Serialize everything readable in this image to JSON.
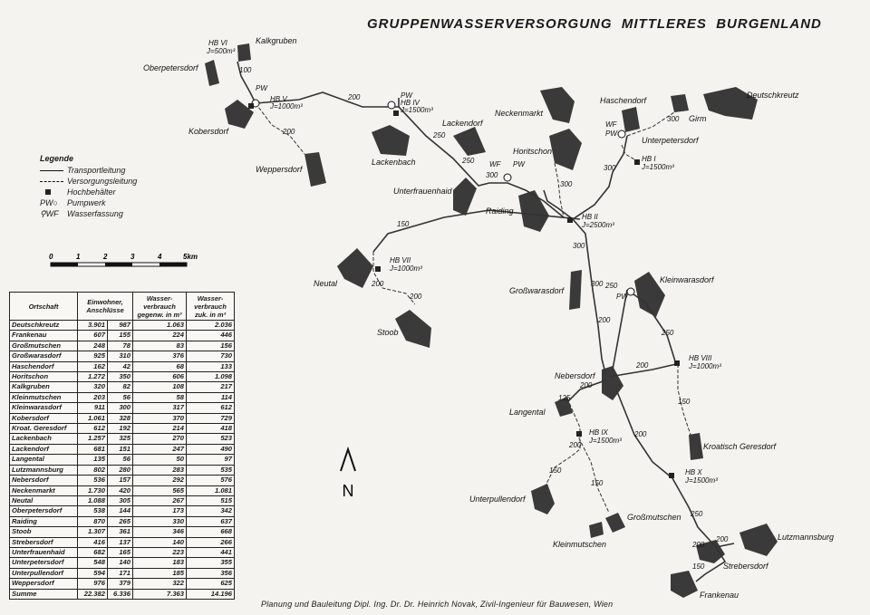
{
  "title": "GRUPPENWASSERVERSORGUNG  MITTLERES  BURGENLAND",
  "footer": "Planung und Bauleitung  Dipl. Ing. Dr. Dr. Heinrich Novak, Zivil-Ingenieur für Bauwesen, Wien",
  "legend": {
    "title": "Legende",
    "items": [
      "Transportleitung",
      "Versorgungsleitung",
      "Hochbehälter",
      "Pumpwerk",
      "Wasserfassung"
    ],
    "pw": "PW",
    "wf": "WF"
  },
  "scale": {
    "ticks": [
      "0",
      "1",
      "2",
      "3",
      "4",
      "5km"
    ]
  },
  "north": "N",
  "towns": {
    "kalkgruben": "Kalkgruben",
    "oberpetersdorf": "Oberpetersdorf",
    "kobersdorf": "Kobersdorf",
    "weppersdorf": "Weppersdorf",
    "lackenbach": "Lackenbach",
    "lackendorf": "Lackendorf",
    "neckenmarkt": "Neckenmarkt",
    "horitschon": "Horitschon",
    "haschendorf": "Haschendorf",
    "girm": "Girm",
    "deutschkreutz": "Deutschkreutz",
    "unterpetersdorf": "Unterpetersdorf",
    "unterfrauenhaid": "Unterfrauenhaid",
    "raiding": "Raiding",
    "neutal": "Neutal",
    "stoob": "Stoob",
    "grosswarasdorf": "Großwarasdorf",
    "kleinwarasdorf": "Kleinwarasdorf",
    "nebersdorf": "Nebersdorf",
    "langental": "Langental",
    "kroatisch_geresdorf": "Kroatisch Geresdorf",
    "unterpullendorf": "Unterpullendorf",
    "grossmutschen": "Großmutschen",
    "kleinmutschen": "Kleinmutschen",
    "lutzmannsburg": "Lutzmannsburg",
    "strebersdorf": "Strebersdorf",
    "frankenau": "Frankenau"
  },
  "tanks": {
    "hb6": "HB VI",
    "hb6v": "J=500m³",
    "hb5": "HB V",
    "hb5v": "J=1000m³",
    "hb4": "HB IV",
    "hb4v": "J=1500m³",
    "hb1": "HB I",
    "hb1v": "J=1500m³",
    "hb2": "HB II",
    "hb2v": "J=2500m³",
    "hb7": "HB VII",
    "hb7v": "J=1000m³",
    "hb8": "HB VIII",
    "hb8v": "J=1000m³",
    "hb9": "HB IX",
    "hb9v": "J=1500m³",
    "hb10": "HB X",
    "hb10v": "J=1500m³"
  },
  "pipes": {
    "p100": "100",
    "p200": "200",
    "p250": "250",
    "p300": "300",
    "p150": "150",
    "p125": "125"
  },
  "table": {
    "headers": [
      "Ortschaft",
      "Einwohner, Anschlüsse",
      "Wasser-verbrauch gegenw. in m³",
      "Wasser-verbrauch zuk. in m³"
    ],
    "rows": [
      [
        "Deutschkreutz",
        "3.901",
        "987",
        "1.063",
        "2.036"
      ],
      [
        "Frankenau",
        "607",
        "155",
        "224",
        "446"
      ],
      [
        "Großmutschen",
        "248",
        "78",
        "83",
        "156"
      ],
      [
        "Großwarasdorf",
        "925",
        "310",
        "376",
        "730"
      ],
      [
        "Haschendorf",
        "162",
        "42",
        "68",
        "133"
      ],
      [
        "Horitschon",
        "1.272",
        "350",
        "606",
        "1.098"
      ],
      [
        "Kalkgruben",
        "320",
        "82",
        "108",
        "217"
      ],
      [
        "Kleinmutschen",
        "203",
        "56",
        "58",
        "114"
      ],
      [
        "Kleinwarasdorf",
        "911",
        "300",
        "317",
        "612"
      ],
      [
        "Kobersdorf",
        "1.061",
        "328",
        "370",
        "729"
      ],
      [
        "Kroat. Geresdorf",
        "612",
        "192",
        "214",
        "418"
      ],
      [
        "Lackenbach",
        "1.257",
        "325",
        "270",
        "523"
      ],
      [
        "Lackendorf",
        "681",
        "151",
        "247",
        "490"
      ],
      [
        "Langental",
        "135",
        "56",
        "50",
        "97"
      ],
      [
        "Lutzmannsburg",
        "802",
        "280",
        "283",
        "535"
      ],
      [
        "Nebersdorf",
        "536",
        "157",
        "292",
        "576"
      ],
      [
        "Neckenmarkt",
        "1.730",
        "420",
        "565",
        "1.081"
      ],
      [
        "Neutal",
        "1.088",
        "305",
        "267",
        "515"
      ],
      [
        "Oberpetersdorf",
        "538",
        "144",
        "173",
        "342"
      ],
      [
        "Raiding",
        "870",
        "265",
        "330",
        "637"
      ],
      [
        "Stoob",
        "1.307",
        "361",
        "346",
        "668"
      ],
      [
        "Strebersdorf",
        "416",
        "137",
        "140",
        "266"
      ],
      [
        "Unterfrauenhaid",
        "682",
        "165",
        "223",
        "441"
      ],
      [
        "Unterpetersdorf",
        "548",
        "140",
        "183",
        "355"
      ],
      [
        "Unterpullendorf",
        "594",
        "171",
        "185",
        "356"
      ],
      [
        "Weppersdorf",
        "976",
        "379",
        "322",
        "625"
      ]
    ],
    "sum": [
      "Summe",
      "22.382",
      "6.336",
      "7.363",
      "14.196"
    ]
  }
}
